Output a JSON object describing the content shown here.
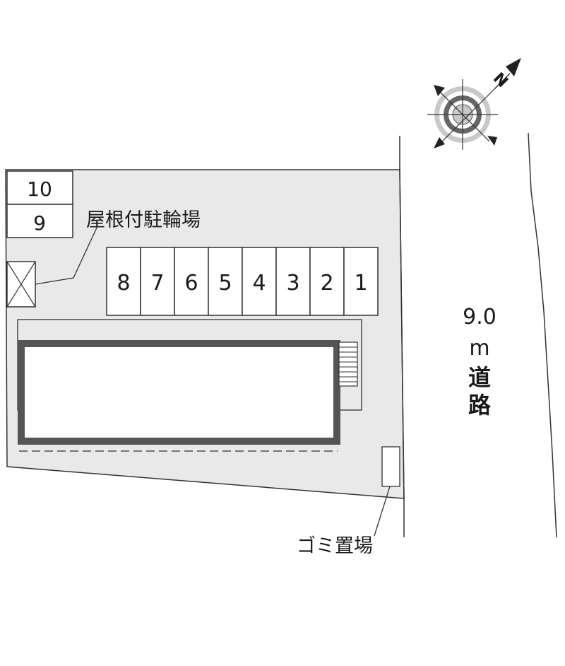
{
  "colors": {
    "lot_fill": "#e9e9e9",
    "line": "#333333",
    "building_wall": "#555555",
    "compass_dark": "#666666",
    "compass_light": "#c9c9c9"
  },
  "compass": {
    "north_label": "N"
  },
  "parking_spaces": [
    "8",
    "7",
    "6",
    "5",
    "4",
    "3",
    "2",
    "1"
  ],
  "extra_spaces": [
    "10",
    "9"
  ],
  "labels": {
    "bike_parking": "屋根付駐輪場",
    "garbage_area": "ゴミ置場",
    "road_width": "9.0",
    "road_unit": "m",
    "road_char_1": "道",
    "road_char_2": "路"
  }
}
